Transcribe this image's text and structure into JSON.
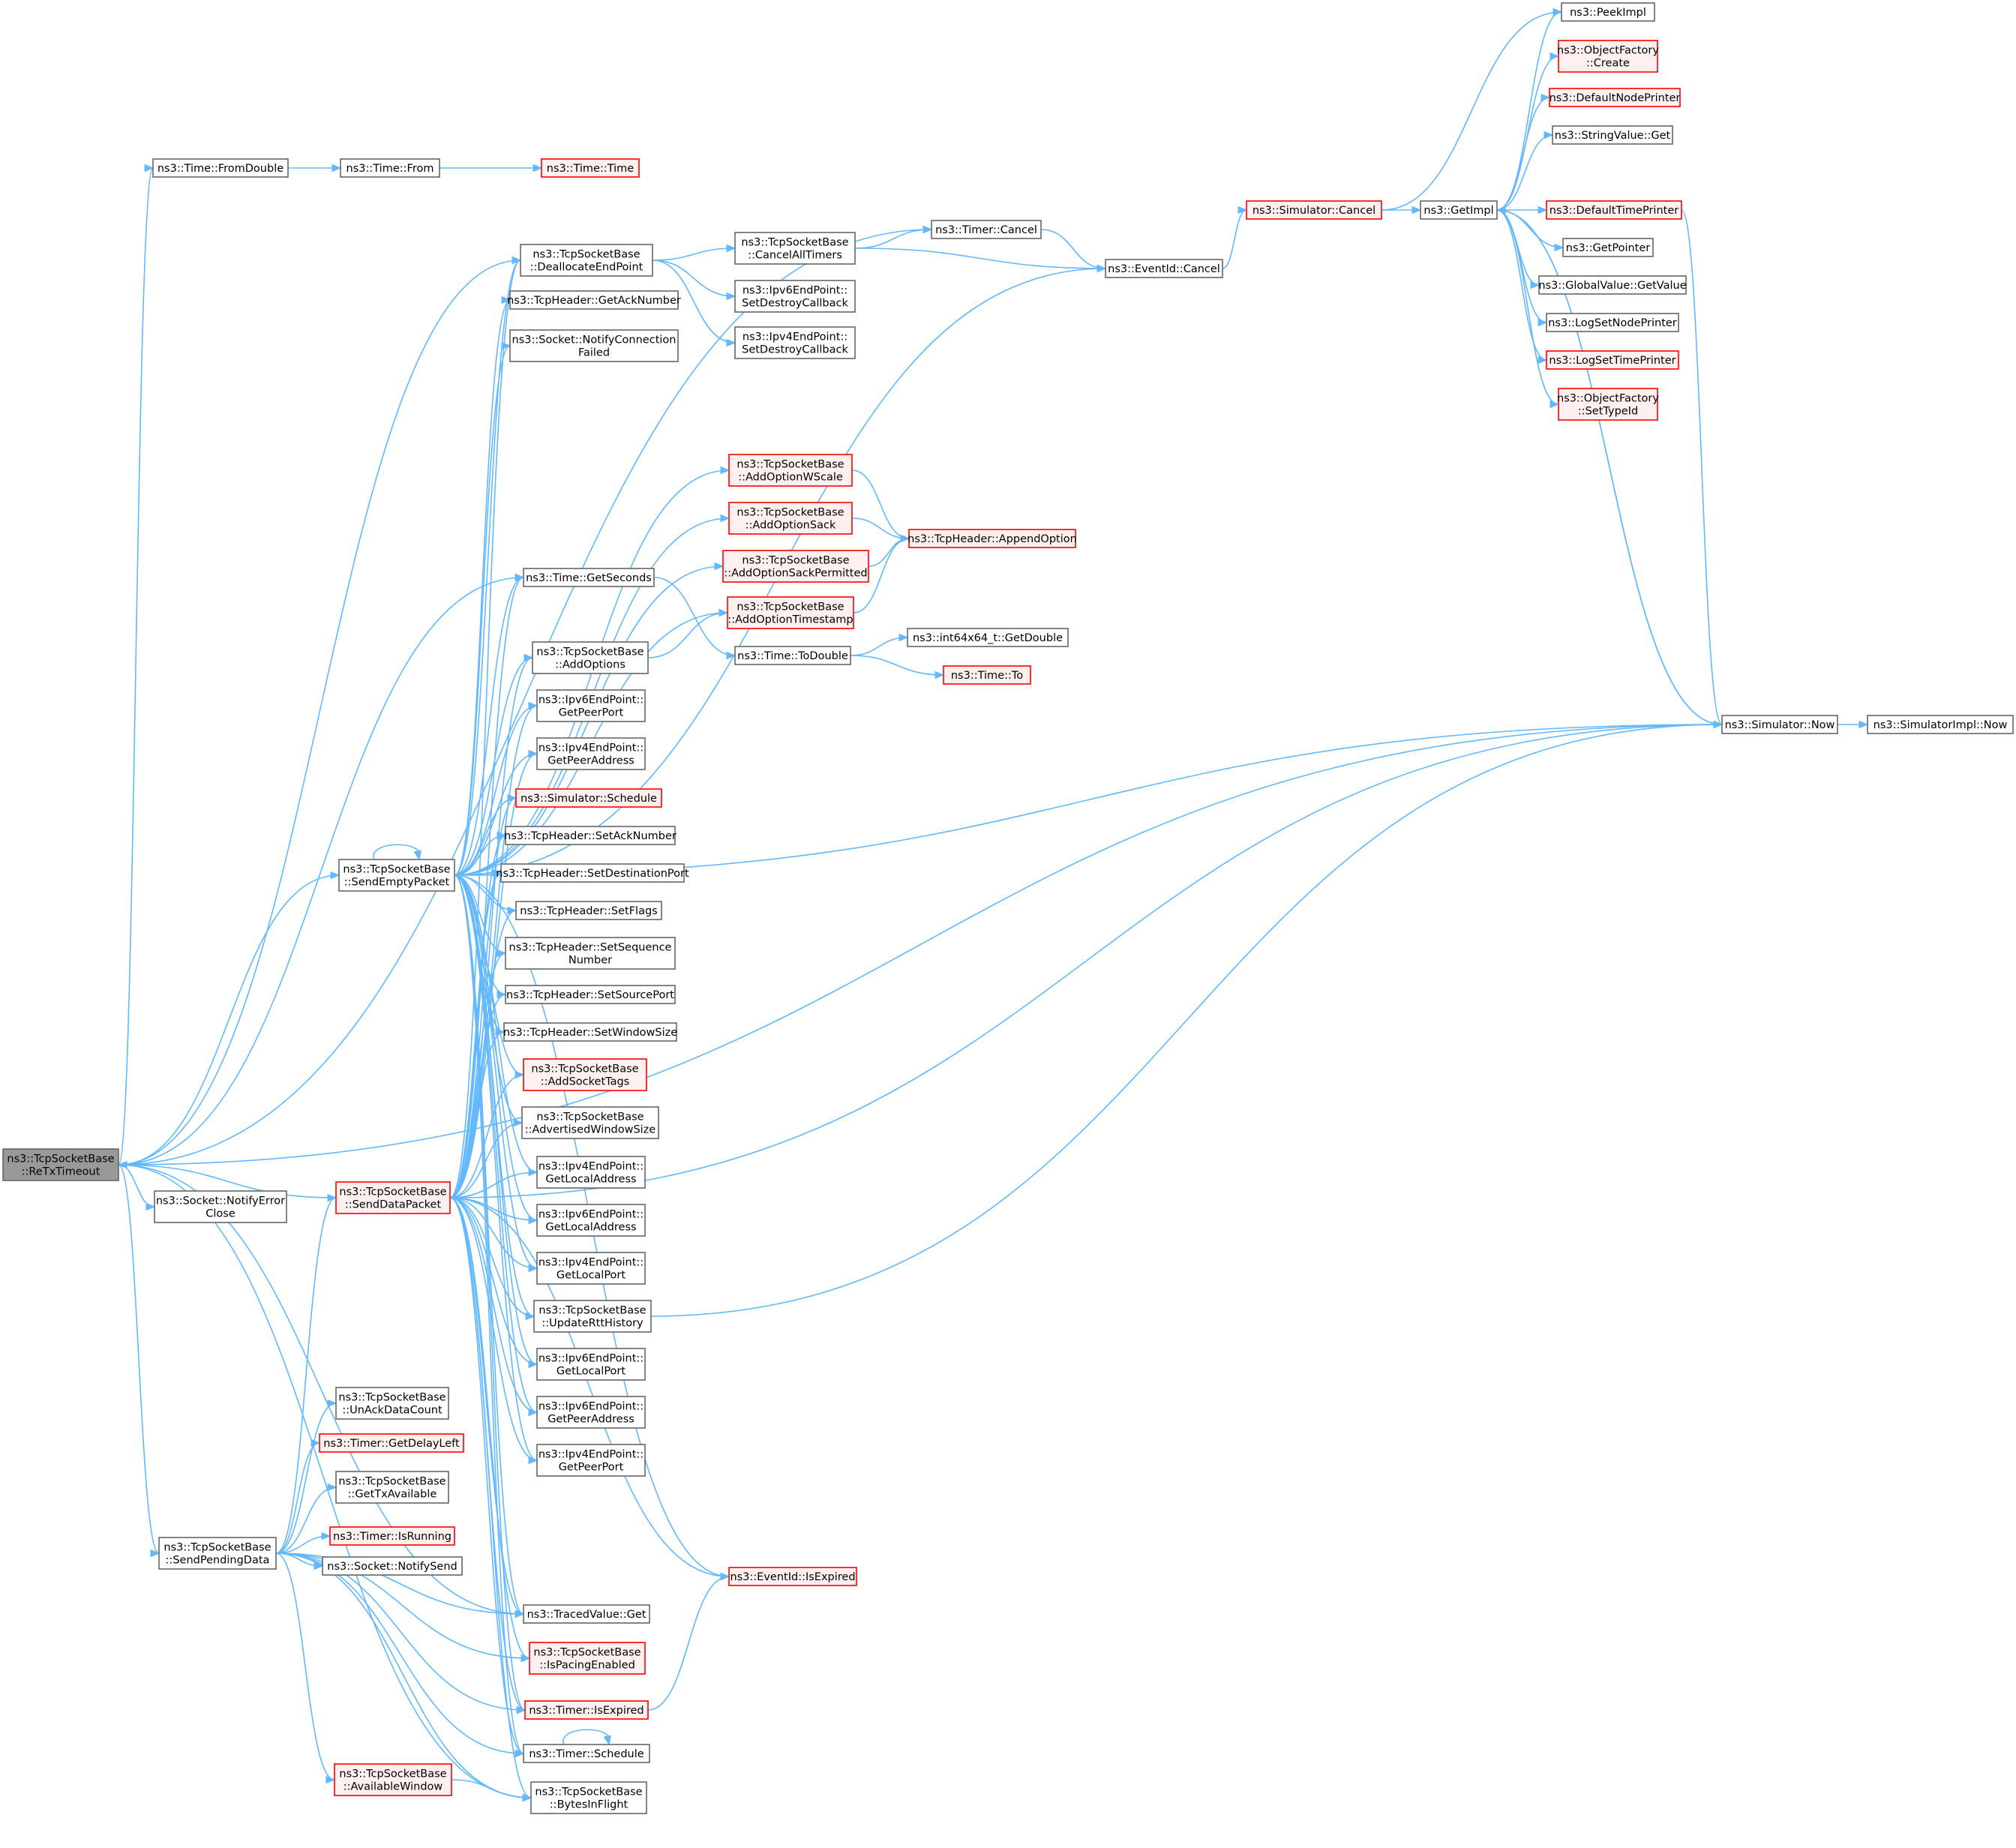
{
  "nodes": [
    {
      "id": "retx",
      "lines": [
        "ns3::TcpSocketBase",
        "::ReTxTimeout"
      ],
      "style": "root"
    },
    {
      "id": "fromDouble",
      "lines": [
        "ns3::Time::FromDouble"
      ],
      "style": "normal"
    },
    {
      "id": "from",
      "lines": [
        "ns3::Time::From"
      ],
      "style": "normal"
    },
    {
      "id": "time",
      "lines": [
        "ns3::Time::Time"
      ],
      "style": "red"
    },
    {
      "id": "timerCancel",
      "lines": [
        "ns3::Timer::Cancel"
      ],
      "style": "normal"
    },
    {
      "id": "dealloc",
      "lines": [
        "ns3::TcpSocketBase",
        "::DeallocateEndPoint"
      ],
      "style": "normal"
    },
    {
      "id": "cancelAll",
      "lines": [
        "ns3::TcpSocketBase",
        "::CancelAllTimers"
      ],
      "style": "normal"
    },
    {
      "id": "ipv6Destroy",
      "lines": [
        "ns3::Ipv6EndPoint::",
        "SetDestroyCallback"
      ],
      "style": "normal"
    },
    {
      "id": "ipv4Destroy",
      "lines": [
        "ns3::Ipv4EndPoint::",
        "SetDestroyCallback"
      ],
      "style": "normal"
    },
    {
      "id": "eventCancel",
      "lines": [
        "ns3::EventId::Cancel"
      ],
      "style": "normal"
    },
    {
      "id": "simCancel",
      "lines": [
        "ns3::Simulator::Cancel"
      ],
      "style": "red"
    },
    {
      "id": "getImpl",
      "lines": [
        "ns3::GetImpl"
      ],
      "style": "normal"
    },
    {
      "id": "peekImpl",
      "lines": [
        "ns3::PeekImpl"
      ],
      "style": "normal"
    },
    {
      "id": "ofCreate",
      "lines": [
        "ns3::ObjectFactory",
        "::Create"
      ],
      "style": "red"
    },
    {
      "id": "defNodePrinter",
      "lines": [
        "ns3::DefaultNodePrinter"
      ],
      "style": "red"
    },
    {
      "id": "strGet",
      "lines": [
        "ns3::StringValue::Get"
      ],
      "style": "normal"
    },
    {
      "id": "defTimePrinter",
      "lines": [
        "ns3::DefaultTimePrinter"
      ],
      "style": "red"
    },
    {
      "id": "getPointer",
      "lines": [
        "ns3::GetPointer"
      ],
      "style": "normal"
    },
    {
      "id": "gvGetValue",
      "lines": [
        "ns3::GlobalValue::GetValue"
      ],
      "style": "normal"
    },
    {
      "id": "logNode",
      "lines": [
        "ns3::LogSetNodePrinter"
      ],
      "style": "normal"
    },
    {
      "id": "logTime",
      "lines": [
        "ns3::LogSetTimePrinter"
      ],
      "style": "red"
    },
    {
      "id": "ofSetType",
      "lines": [
        "ns3::ObjectFactory",
        "::SetTypeId"
      ],
      "style": "red"
    },
    {
      "id": "getAck",
      "lines": [
        "ns3::TcpHeader::GetAckNumber"
      ],
      "style": "normal"
    },
    {
      "id": "notifyConnFail",
      "lines": [
        "ns3::Socket::NotifyConnection",
        "Failed"
      ],
      "style": "normal"
    },
    {
      "id": "addWScale",
      "lines": [
        "ns3::TcpSocketBase",
        "::AddOptionWScale"
      ],
      "style": "red"
    },
    {
      "id": "addSack",
      "lines": [
        "ns3::TcpSocketBase",
        "::AddOptionSack"
      ],
      "style": "red"
    },
    {
      "id": "appendOpt",
      "lines": [
        "ns3::TcpHeader::AppendOption"
      ],
      "style": "red"
    },
    {
      "id": "addSackPerm",
      "lines": [
        "ns3::TcpSocketBase",
        "::AddOptionSackPermitted"
      ],
      "style": "red"
    },
    {
      "id": "getSeconds",
      "lines": [
        "ns3::Time::GetSeconds"
      ],
      "style": "normal"
    },
    {
      "id": "addTs",
      "lines": [
        "ns3::TcpSocketBase",
        "::AddOptionTimestamp"
      ],
      "style": "red"
    },
    {
      "id": "toDouble",
      "lines": [
        "ns3::Time::ToDouble"
      ],
      "style": "normal"
    },
    {
      "id": "i64GetDouble",
      "lines": [
        "ns3::int64x64_t::GetDouble"
      ],
      "style": "normal"
    },
    {
      "id": "timeTo",
      "lines": [
        "ns3::Time::To"
      ],
      "style": "red"
    },
    {
      "id": "addOptions",
      "lines": [
        "ns3::TcpSocketBase",
        "::AddOptions"
      ],
      "style": "normal"
    },
    {
      "id": "simNow",
      "lines": [
        "ns3::Simulator::Now"
      ],
      "style": "normal"
    },
    {
      "id": "implNow",
      "lines": [
        "ns3::SimulatorImpl::Now"
      ],
      "style": "normal"
    },
    {
      "id": "ipv6PeerPortA",
      "lines": [
        "ns3::Ipv6EndPoint::",
        "GetPeerPort"
      ],
      "style": "normal"
    },
    {
      "id": "ipv4PeerAddr",
      "lines": [
        "ns3::Ipv4EndPoint::",
        "GetPeerAddress"
      ],
      "style": "normal"
    },
    {
      "id": "simSchedule",
      "lines": [
        "ns3::Simulator::Schedule"
      ],
      "style": "red"
    },
    {
      "id": "sendEmpty",
      "lines": [
        "ns3::TcpSocketBase",
        "::SendEmptyPacket"
      ],
      "style": "normal"
    },
    {
      "id": "setAck",
      "lines": [
        "ns3::TcpHeader::SetAckNumber"
      ],
      "style": "normal"
    },
    {
      "id": "setDestPort",
      "lines": [
        "ns3::TcpHeader::SetDestinationPort"
      ],
      "style": "normal"
    },
    {
      "id": "setFlags",
      "lines": [
        "ns3::TcpHeader::SetFlags"
      ],
      "style": "normal"
    },
    {
      "id": "setSeq",
      "lines": [
        "ns3::TcpHeader::SetSequence",
        "Number"
      ],
      "style": "normal"
    },
    {
      "id": "setSrcPort",
      "lines": [
        "ns3::TcpHeader::SetSourcePort"
      ],
      "style": "normal"
    },
    {
      "id": "setWin",
      "lines": [
        "ns3::TcpHeader::SetWindowSize"
      ],
      "style": "normal"
    },
    {
      "id": "addTags",
      "lines": [
        "ns3::TcpSocketBase",
        "::AddSocketTags"
      ],
      "style": "red"
    },
    {
      "id": "advWin",
      "lines": [
        "ns3::TcpSocketBase",
        "::AdvertisedWindowSize"
      ],
      "style": "normal"
    },
    {
      "id": "notifyErr",
      "lines": [
        "ns3::Socket::NotifyError",
        "Close"
      ],
      "style": "normal"
    },
    {
      "id": "sendData",
      "lines": [
        "ns3::TcpSocketBase",
        "::SendDataPacket"
      ],
      "style": "red"
    },
    {
      "id": "ipv4LocalAddr",
      "lines": [
        "ns3::Ipv4EndPoint::",
        "GetLocalAddress"
      ],
      "style": "normal"
    },
    {
      "id": "ipv6LocalAddr",
      "lines": [
        "ns3::Ipv6EndPoint::",
        "GetLocalAddress"
      ],
      "style": "normal"
    },
    {
      "id": "ipv4LocalPort",
      "lines": [
        "ns3::Ipv4EndPoint::",
        "GetLocalPort"
      ],
      "style": "normal"
    },
    {
      "id": "updRtt",
      "lines": [
        "ns3::TcpSocketBase",
        "::UpdateRttHistory"
      ],
      "style": "normal"
    },
    {
      "id": "ipv6LocalPort",
      "lines": [
        "ns3::Ipv6EndPoint::",
        "GetLocalPort"
      ],
      "style": "normal"
    },
    {
      "id": "unack",
      "lines": [
        "ns3::TcpSocketBase",
        "::UnAckDataCount"
      ],
      "style": "normal"
    },
    {
      "id": "ipv6PeerAddr",
      "lines": [
        "ns3::Ipv6EndPoint::",
        "GetPeerAddress"
      ],
      "style": "normal"
    },
    {
      "id": "delayLeft",
      "lines": [
        "ns3::Timer::GetDelayLeft"
      ],
      "style": "red"
    },
    {
      "id": "ipv4PeerPort",
      "lines": [
        "ns3::Ipv4EndPoint::",
        "GetPeerPort"
      ],
      "style": "normal"
    },
    {
      "id": "txAvail",
      "lines": [
        "ns3::TcpSocketBase",
        "::GetTxAvailable"
      ],
      "style": "normal"
    },
    {
      "id": "isRunning",
      "lines": [
        "ns3::Timer::IsRunning"
      ],
      "style": "red"
    },
    {
      "id": "sendPending",
      "lines": [
        "ns3::TcpSocketBase",
        "::SendPendingData"
      ],
      "style": "normal"
    },
    {
      "id": "notifySend",
      "lines": [
        "ns3::Socket::NotifySend"
      ],
      "style": "normal"
    },
    {
      "id": "eventExpired",
      "lines": [
        "ns3::EventId::IsExpired"
      ],
      "style": "red"
    },
    {
      "id": "tracedGet",
      "lines": [
        "ns3::TracedValue::Get"
      ],
      "style": "normal"
    },
    {
      "id": "pacing",
      "lines": [
        "ns3::TcpSocketBase",
        "::IsPacingEnabled"
      ],
      "style": "red"
    },
    {
      "id": "timerExpired",
      "lines": [
        "ns3::Timer::IsExpired"
      ],
      "style": "red"
    },
    {
      "id": "timerSchedule",
      "lines": [
        "ns3::Timer::Schedule"
      ],
      "style": "normal"
    },
    {
      "id": "availWin",
      "lines": [
        "ns3::TcpSocketBase",
        "::AvailableWindow"
      ],
      "style": "red"
    },
    {
      "id": "bytesInFlight",
      "lines": [
        "ns3::TcpSocketBase",
        "::BytesInFlight"
      ],
      "style": "normal"
    }
  ],
  "edges": [
    [
      "retx",
      "fromDouble"
    ],
    [
      "fromDouble",
      "from"
    ],
    [
      "from",
      "time"
    ],
    [
      "retx",
      "timerCancel"
    ],
    [
      "timerCancel",
      "eventCancel"
    ],
    [
      "eventCancel",
      "simCancel"
    ],
    [
      "simCancel",
      "getImpl"
    ],
    [
      "simCancel",
      "peekImpl"
    ],
    [
      "getImpl",
      "peekImpl"
    ],
    [
      "getImpl",
      "ofCreate"
    ],
    [
      "getImpl",
      "defNodePrinter"
    ],
    [
      "getImpl",
      "strGet"
    ],
    [
      "getImpl",
      "defTimePrinter"
    ],
    [
      "getImpl",
      "getPointer"
    ],
    [
      "getImpl",
      "gvGetValue"
    ],
    [
      "getImpl",
      "logNode"
    ],
    [
      "getImpl",
      "logTime"
    ],
    [
      "getImpl",
      "ofSetType"
    ],
    [
      "getImpl",
      "simNow"
    ],
    [
      "defTimePrinter",
      "simNow"
    ],
    [
      "simNow",
      "getImpl"
    ],
    [
      "simNow",
      "implNow"
    ],
    [
      "retx",
      "dealloc"
    ],
    [
      "dealloc",
      "cancelAll"
    ],
    [
      "dealloc",
      "ipv6Destroy"
    ],
    [
      "dealloc",
      "ipv4Destroy"
    ],
    [
      "cancelAll",
      "timerCancel"
    ],
    [
      "cancelAll",
      "eventCancel"
    ],
    [
      "retx",
      "sendEmpty"
    ],
    [
      "retx",
      "notifyErr"
    ],
    [
      "retx",
      "sendPending"
    ],
    [
      "retx",
      "getSeconds"
    ],
    [
      "retx",
      "tracedGet"
    ],
    [
      "retx",
      "bytesInFlight"
    ],
    [
      "retx",
      "simNow"
    ],
    [
      "sendEmpty",
      "dealloc"
    ],
    [
      "sendEmpty",
      "getAck"
    ],
    [
      "sendEmpty",
      "notifyConnFail"
    ],
    [
      "sendEmpty",
      "eventCancel"
    ],
    [
      "sendEmpty",
      "simNow"
    ],
    [
      "sendEmpty",
      "addWScale"
    ],
    [
      "sendEmpty",
      "addSack"
    ],
    [
      "sendEmpty",
      "addSackPerm"
    ],
    [
      "sendEmpty",
      "getSeconds"
    ],
    [
      "sendEmpty",
      "addTs"
    ],
    [
      "sendEmpty",
      "addOptions"
    ],
    [
      "sendEmpty",
      "ipv6PeerPortA"
    ],
    [
      "sendEmpty",
      "ipv4PeerAddr"
    ],
    [
      "sendEmpty",
      "simSchedule"
    ],
    [
      "sendEmpty",
      "setAck"
    ],
    [
      "sendEmpty",
      "setDestPort"
    ],
    [
      "sendEmpty",
      "setFlags"
    ],
    [
      "sendEmpty",
      "setSeq"
    ],
    [
      "sendEmpty",
      "setSrcPort"
    ],
    [
      "sendEmpty",
      "setWin"
    ],
    [
      "sendEmpty",
      "addTags"
    ],
    [
      "sendEmpty",
      "advWin"
    ],
    [
      "sendEmpty",
      "ipv4LocalAddr"
    ],
    [
      "sendEmpty",
      "ipv6LocalAddr"
    ],
    [
      "sendEmpty",
      "ipv4LocalPort"
    ],
    [
      "sendEmpty",
      "updRtt"
    ],
    [
      "sendEmpty",
      "ipv6LocalPort"
    ],
    [
      "sendEmpty",
      "ipv6PeerAddr"
    ],
    [
      "sendEmpty",
      "ipv4PeerPort"
    ],
    [
      "sendEmpty",
      "eventExpired"
    ],
    [
      "sendEmpty",
      "tracedGet"
    ],
    [
      "sendEmpty",
      "timerExpired"
    ],
    [
      "sendEmpty",
      "timerSchedule"
    ],
    [
      "sendEmpty",
      "sendEmpty"
    ],
    [
      "addWScale",
      "appendOpt"
    ],
    [
      "addSack",
      "appendOpt"
    ],
    [
      "addSackPerm",
      "appendOpt"
    ],
    [
      "addTs",
      "appendOpt"
    ],
    [
      "getSeconds",
      "toDouble"
    ],
    [
      "toDouble",
      "i64GetDouble"
    ],
    [
      "toDouble",
      "timeTo"
    ],
    [
      "addOptions",
      "addTs"
    ],
    [
      "updRtt",
      "simNow"
    ],
    [
      "timerExpired",
      "eventExpired"
    ],
    [
      "timerSchedule",
      "timerSchedule"
    ],
    [
      "sendData",
      "retx"
    ],
    [
      "sendData",
      "dealloc"
    ],
    [
      "sendData",
      "getSeconds"
    ],
    [
      "sendData",
      "addOptions"
    ],
    [
      "sendData",
      "ipv6PeerPortA"
    ],
    [
      "sendData",
      "ipv4PeerAddr"
    ],
    [
      "sendData",
      "simSchedule"
    ],
    [
      "sendData",
      "setAck"
    ],
    [
      "sendData",
      "setDestPort"
    ],
    [
      "sendData",
      "setFlags"
    ],
    [
      "sendData",
      "setSeq"
    ],
    [
      "sendData",
      "setSrcPort"
    ],
    [
      "sendData",
      "setWin"
    ],
    [
      "sendData",
      "addTags"
    ],
    [
      "sendData",
      "advWin"
    ],
    [
      "sendData",
      "ipv4LocalAddr"
    ],
    [
      "sendData",
      "ipv6LocalAddr"
    ],
    [
      "sendData",
      "ipv4LocalPort"
    ],
    [
      "sendData",
      "updRtt"
    ],
    [
      "sendData",
      "ipv6LocalPort"
    ],
    [
      "sendData",
      "ipv6PeerAddr"
    ],
    [
      "sendData",
      "ipv4PeerPort"
    ],
    [
      "sendData",
      "eventExpired"
    ],
    [
      "sendData",
      "tracedGet"
    ],
    [
      "sendData",
      "pacing"
    ],
    [
      "sendData",
      "timerExpired"
    ],
    [
      "sendData",
      "timerSchedule"
    ],
    [
      "sendData",
      "bytesInFlight"
    ],
    [
      "sendData",
      "simNow"
    ],
    [
      "sendPending",
      "sendData"
    ],
    [
      "sendPending",
      "unack"
    ],
    [
      "sendPending",
      "delayLeft"
    ],
    [
      "sendPending",
      "txAvail"
    ],
    [
      "sendPending",
      "isRunning"
    ],
    [
      "sendPending",
      "notifySend"
    ],
    [
      "sendPending",
      "tracedGet"
    ],
    [
      "sendPending",
      "pacing"
    ],
    [
      "sendPending",
      "timerExpired"
    ],
    [
      "sendPending",
      "timerSchedule"
    ],
    [
      "sendPending",
      "availWin"
    ],
    [
      "sendPending",
      "bytesInFlight"
    ],
    [
      "availWin",
      "bytesInFlight"
    ]
  ]
}
